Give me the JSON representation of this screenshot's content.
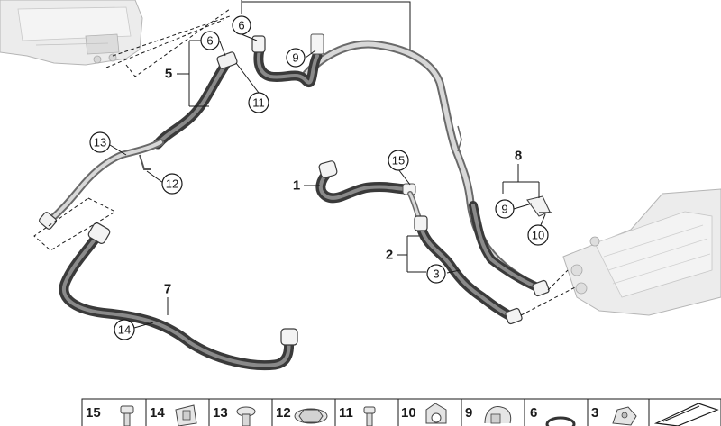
{
  "callouts": [
    {
      "label": "1"
    },
    {
      "label": "2"
    },
    {
      "label": "3"
    },
    {
      "label": "5"
    },
    {
      "label": "6"
    },
    {
      "label": "6"
    },
    {
      "label": "7"
    },
    {
      "label": "8"
    },
    {
      "label": "9"
    },
    {
      "label": "9"
    },
    {
      "label": "10"
    },
    {
      "label": "11"
    },
    {
      "label": "12"
    },
    {
      "label": "13"
    },
    {
      "label": "14"
    },
    {
      "label": "15"
    }
  ],
  "parts_strip": [
    {
      "label": "15",
      "icon": "bolt-icon"
    },
    {
      "label": "14",
      "icon": "clip-icon"
    },
    {
      "label": "13",
      "icon": "expanding-rivet-icon"
    },
    {
      "label": "12",
      "icon": "hex-nut-icon"
    },
    {
      "label": "11",
      "icon": "screw-icon"
    },
    {
      "label": "10",
      "icon": "hose-clamp-icon"
    },
    {
      "label": "9",
      "icon": "bracket-clip-icon"
    },
    {
      "label": "6",
      "icon": "o-ring-icon"
    },
    {
      "label": "3",
      "icon": "spring-clip-icon"
    }
  ],
  "colors": {
    "line": "#1a1a1a",
    "hose": "#3a3a3a",
    "pipe": "#6a6a6a",
    "housing": "#e6e6e6"
  }
}
